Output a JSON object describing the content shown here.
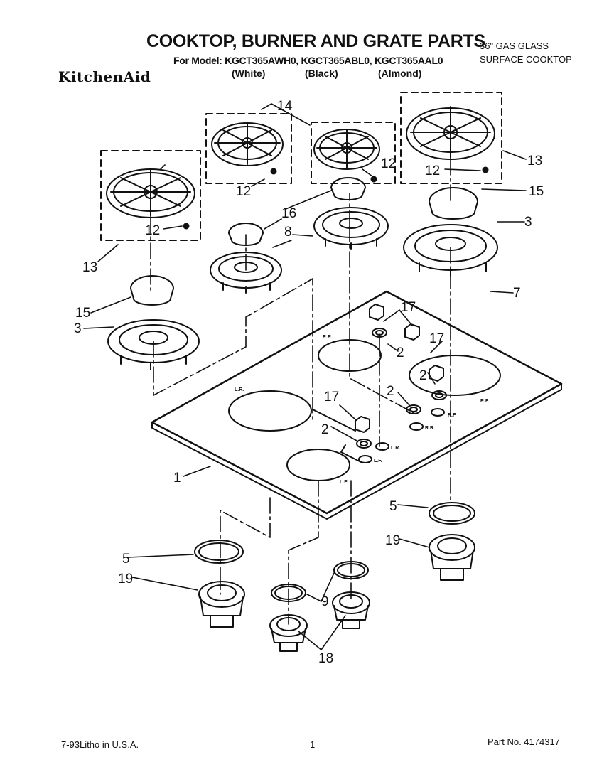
{
  "header": {
    "title": "COOKTOP, BURNER AND GRATE PARTS",
    "subtitle_line1": "36\" GAS GLASS",
    "subtitle_line2": "SURFACE COOKTOP",
    "models": "For Model: KGCT365AWH0, KGCT365ABL0, KGCT365AAL0",
    "color_white": "(White)",
    "color_black": "(Black)",
    "color_almond": "(Almond)",
    "brand": "KitchenAid"
  },
  "callouts": {
    "c1": "1",
    "c2": "2",
    "c3": "3",
    "c5": "5",
    "c7": "7",
    "c8": "8",
    "c9": "9",
    "c12": "12",
    "c13": "13",
    "c14": "14",
    "c15": "15",
    "c16": "16",
    "c17": "17",
    "c18": "18",
    "c19": "19"
  },
  "surface_labels": {
    "lr": "L.R.",
    "rr": "R.R.",
    "rf": "R.F.",
    "lf": "L.F."
  },
  "footer": {
    "left": "7-93Litho in U.S.A.",
    "center": "1",
    "right": "Part No. 4174317"
  }
}
